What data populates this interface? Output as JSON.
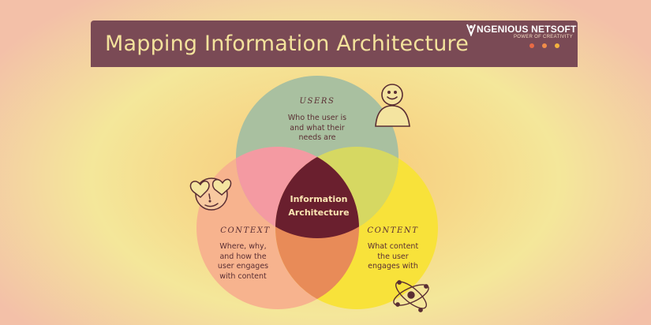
{
  "header": {
    "title": "Mapping Information Architecture",
    "brand_name": "NGENIOUS NETSOFT",
    "brand_tagline": "POWER OF CREATIVITY"
  },
  "colors": {
    "banner": "#7a4a55",
    "title": "#f3e29c",
    "users_circle": "#a9c0a0",
    "context_circle": "#f7b38e",
    "content_circle": "#f8e23a",
    "center": "#6a1f2e"
  },
  "diagram": {
    "center": "Information Architecture",
    "users": {
      "heading": "USERS",
      "description": [
        "Who the user is",
        "and what their",
        "needs are"
      ]
    },
    "context": {
      "heading": "CONTEXT",
      "description": [
        "Where, why,",
        "and how the",
        "user engages",
        "with content"
      ]
    },
    "content": {
      "heading": "CONTENT",
      "description": [
        "What content",
        "the user",
        "engages with"
      ]
    },
    "icons": [
      "person-doodle-icon",
      "hearts-face-doodle-icon",
      "atom-doodle-icon"
    ]
  }
}
